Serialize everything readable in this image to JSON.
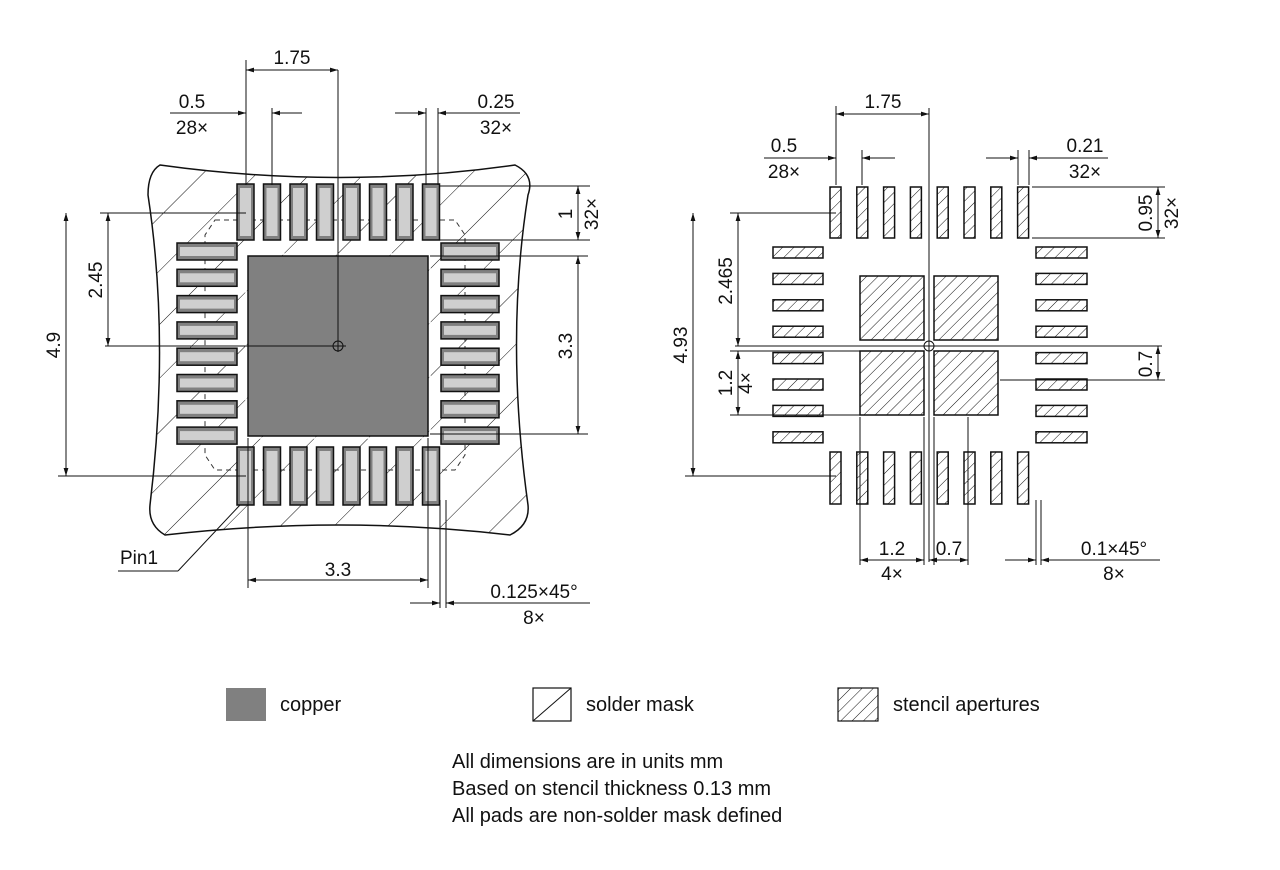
{
  "left_view": {
    "dims": {
      "pitch_top": "1.75",
      "pad_width": "0.5",
      "pad_width_count": "28×",
      "corner_width": "0.25",
      "corner_count": "32×",
      "pad_length": "1",
      "pad_length_count": "32×",
      "offset_vertical": "2.45",
      "overall": "4.9",
      "center_pad_height": "3.3",
      "center_pad_width": "3.3",
      "chamfer": "0.125×45°",
      "chamfer_count": "8×",
      "pin1_label": "Pin1"
    }
  },
  "right_view": {
    "dims": {
      "pitch_top": "1.75",
      "pad_width": "0.5",
      "pad_width_count": "28×",
      "corner_width": "0.21",
      "corner_count": "32×",
      "pad_length": "0.95",
      "pad_length_count": "32×",
      "offset_vertical": "2.465",
      "overall": "4.93",
      "aperture_size": "1.2",
      "aperture_count": "4×",
      "aperture_gap": "0.7",
      "gap_right": "0.7",
      "bottom_size": "1.2",
      "bottom_count": "4×",
      "bottom_gap": "0.7",
      "chamfer": "0.1×45°",
      "chamfer_count": "8×"
    }
  },
  "legend": {
    "copper": "copper",
    "solder_mask": "solder mask",
    "stencil": "stencil apertures"
  },
  "notes": [
    "All dimensions are in units mm",
    "Based on stencil thickness 0.13 mm",
    "All pads are non-solder mask defined"
  ],
  "colors": {
    "copper": "#808080",
    "line": "#111111"
  }
}
